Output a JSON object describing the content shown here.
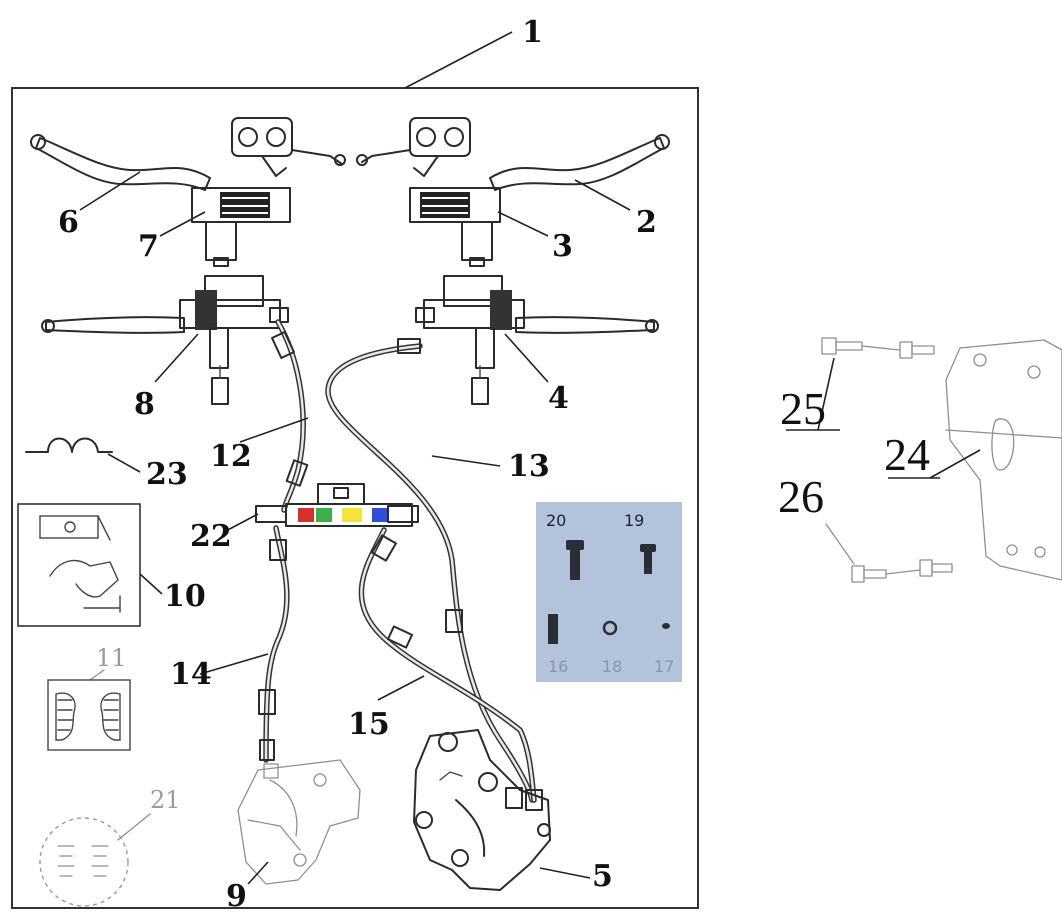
{
  "callouts": {
    "c1": "1",
    "c2": "2",
    "c3": "3",
    "c4": "4",
    "c5": "5",
    "c6": "6",
    "c7": "7",
    "c8": "8",
    "c9": "9",
    "c10": "10",
    "c11": "11",
    "c12": "12",
    "c13": "13",
    "c14": "14",
    "c15": "15",
    "c16": "16",
    "c17": "17",
    "c18": "18",
    "c19": "19",
    "c20": "20",
    "c21": "21",
    "c22": "22",
    "c23": "23",
    "c24": "24",
    "c25": "25",
    "c26": "26"
  },
  "colors": {
    "line": "#2b2b2b",
    "faint_line": "#8f8f8f",
    "inset_bg": "#b4c3dc",
    "valve_red": "#d8312a",
    "valve_green": "#3fae49",
    "valve_yellow": "#f3e33a",
    "valve_blue": "#2f4fd8"
  },
  "icons": {
    "lever": "brake-lever-icon",
    "master_cylinder": "master-cylinder-icon",
    "caliper": "brake-caliper-icon",
    "hose": "brake-hose-icon",
    "distributor": "hydraulic-distributor-icon",
    "bracket": "mounting-bracket-icon",
    "bolt": "bolt-icon"
  }
}
